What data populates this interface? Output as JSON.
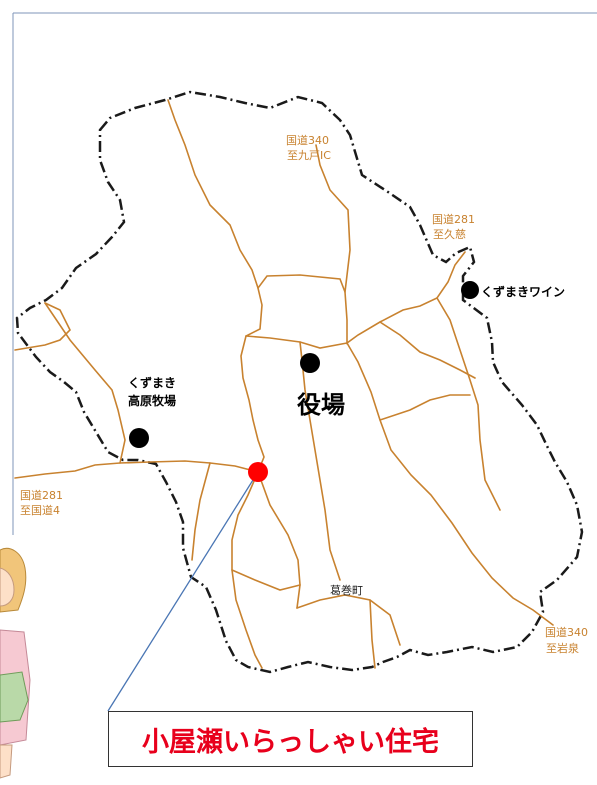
{
  "map": {
    "roads": {
      "r340_north": [
        "国道340",
        "至九戸IC"
      ],
      "r281_north": [
        "国道281",
        "至久慈"
      ],
      "r281_west": [
        "国道281",
        "至国道4"
      ],
      "r340_south": [
        "国道340",
        "至岩泉"
      ]
    },
    "places": {
      "wine": "くずまきワイン",
      "ranch": [
        "くずまき",
        "高原牧場"
      ],
      "office": "役場",
      "town": "葛巻町"
    },
    "marker_color": "#ff0000",
    "road_color": "#c8822f"
  },
  "callout": {
    "label": "小屋瀬いらっしゃい住宅",
    "text_color": "#e8001c"
  }
}
